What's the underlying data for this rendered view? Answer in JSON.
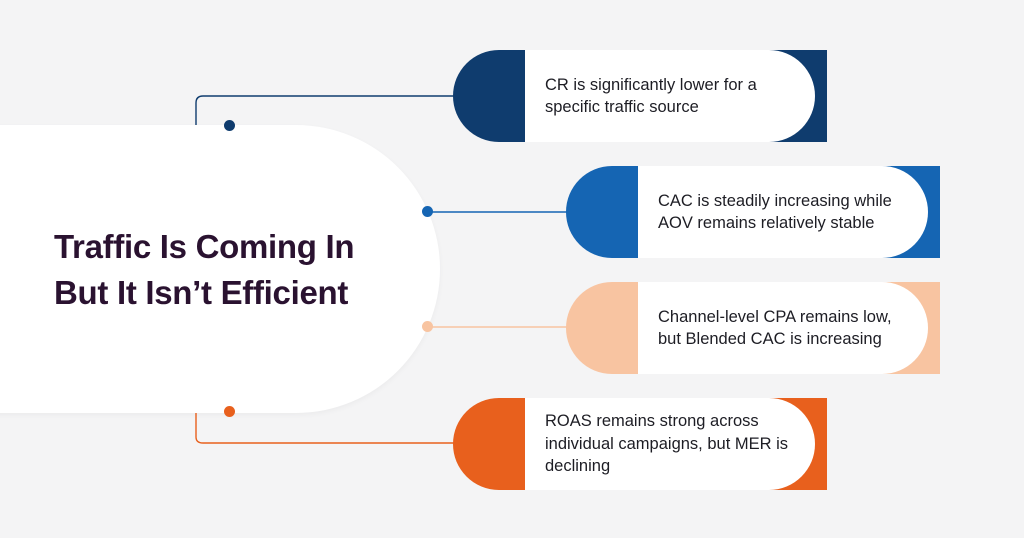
{
  "title": "Traffic Is Coming In But It Isn’t Efficient",
  "colors": {
    "navy": "#0f3c6e",
    "blue": "#1565b3",
    "peach": "#f8c4a1",
    "orange": "#e8601d",
    "title_text": "#2a1230",
    "background": "#f4f4f5"
  },
  "items": [
    {
      "text": "CR is significantly lower for a specific traffic source",
      "color": "#0f3c6e"
    },
    {
      "text": "CAC is steadily increasing while AOV remains relatively stable",
      "color": "#1565b3"
    },
    {
      "text": "Channel-level CPA remains low, but Blended CAC is increasing",
      "color": "#f8c4a1"
    },
    {
      "text": "ROAS remains strong across individual campaigns, but MER is declining",
      "color": "#e8601d"
    }
  ]
}
